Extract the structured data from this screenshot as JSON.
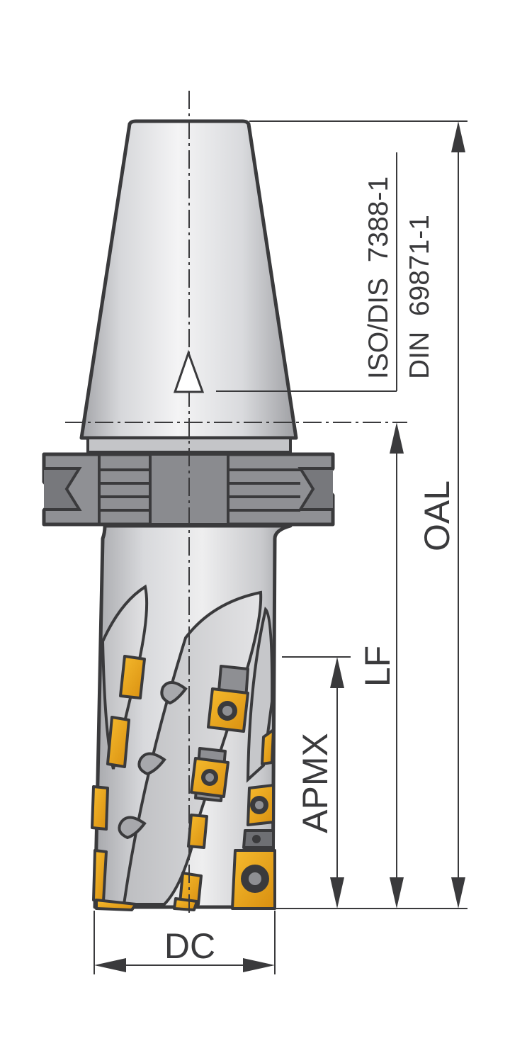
{
  "labels": {
    "standard_1": "ISO/DIS  7388-1",
    "standard_2": "DIN  69871-1",
    "oal": "OAL",
    "lf": "LF",
    "apmx": "APMX",
    "dc": "DC"
  },
  "colors": {
    "outline": "#3a3a3c",
    "cone_light": "#f2f2f3",
    "cone_mid": "#cfd0d3",
    "cone_dark": "#9c9da1",
    "flange": "#8e8f93",
    "flange_dark": "#707175",
    "insert_yellow": "#f0a818",
    "insert_dark": "#b87a08",
    "screw": "#3a3a3c",
    "background": "#ffffff"
  }
}
